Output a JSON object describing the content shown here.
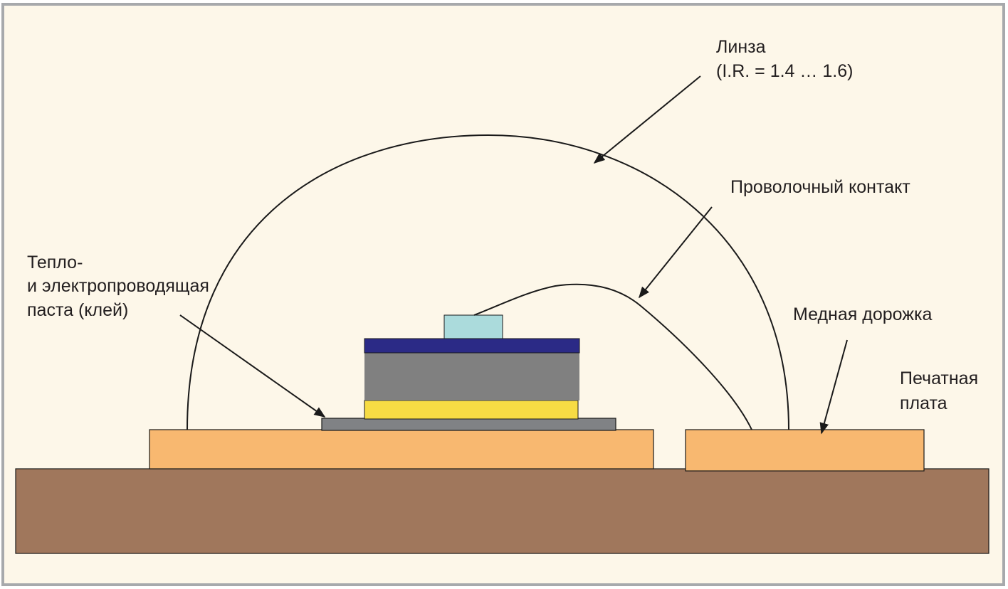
{
  "colors": {
    "background": "#fdf7e9",
    "border": "#a7a9ac",
    "pcb": "#a0775c",
    "copper_trace": "#f8b870",
    "adhesive_paste": "#808285",
    "chip_bottom_layer": "#f7dc44",
    "chip_body": "#808080",
    "chip_top_layer": "#2b2a86",
    "bond_pad": "#abdbdc",
    "line": "#1a1a1a"
  },
  "labels": {
    "lens_line1": "Линза",
    "lens_line2": "(I.R. = 1.4 … 1.6)",
    "wire_bond": "Проволочный контакт",
    "paste_line1": "Тепло-",
    "paste_line2": "и электропроводящая",
    "paste_line3": "паста (клей)",
    "copper_trace": "Медная дорожка",
    "pcb_line1": "Печатная",
    "pcb_line2": "плата"
  }
}
